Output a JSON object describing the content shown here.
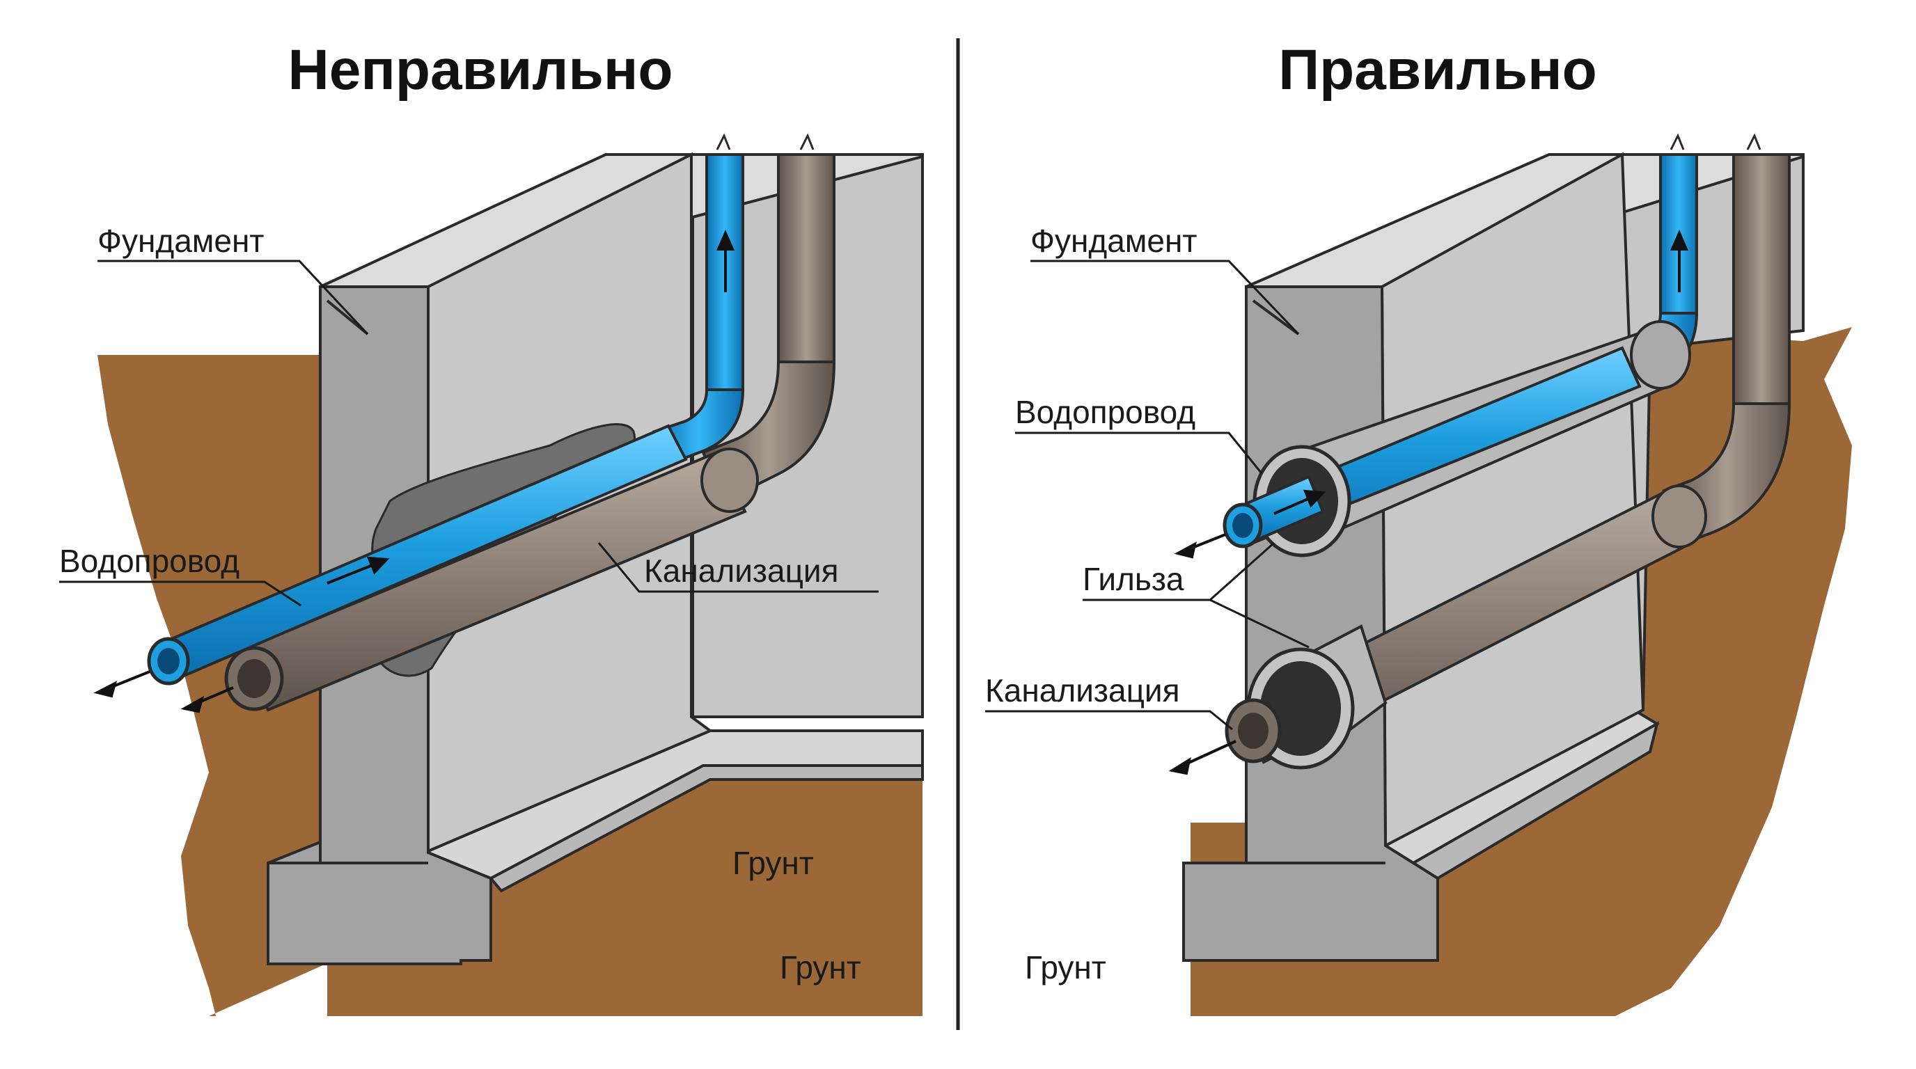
{
  "left_panel": {
    "title": "Неправильно",
    "labels": {
      "foundation": "Фундамент",
      "water_pipe": "Водопровод",
      "sewer": "Канализация",
      "soil_1": "Грунт",
      "soil_2": "Грунт"
    }
  },
  "right_panel": {
    "title": "Правильно",
    "labels": {
      "foundation": "Фундамент",
      "water_pipe": "Водопровод",
      "sleeve": "Гильза",
      "sewer": "Канализация",
      "soil": "Грунт"
    }
  },
  "colors": {
    "concrete_face": "#c8c8c8",
    "concrete_top": "#d8d8d8",
    "concrete_side": "#9e9e9e",
    "soil": "#9c6837",
    "water_pipe": "#1e9fe0",
    "sewer_pipe": "#8e8178",
    "sealant": "#6f6f6f",
    "sleeve": "#b9b9b9"
  }
}
